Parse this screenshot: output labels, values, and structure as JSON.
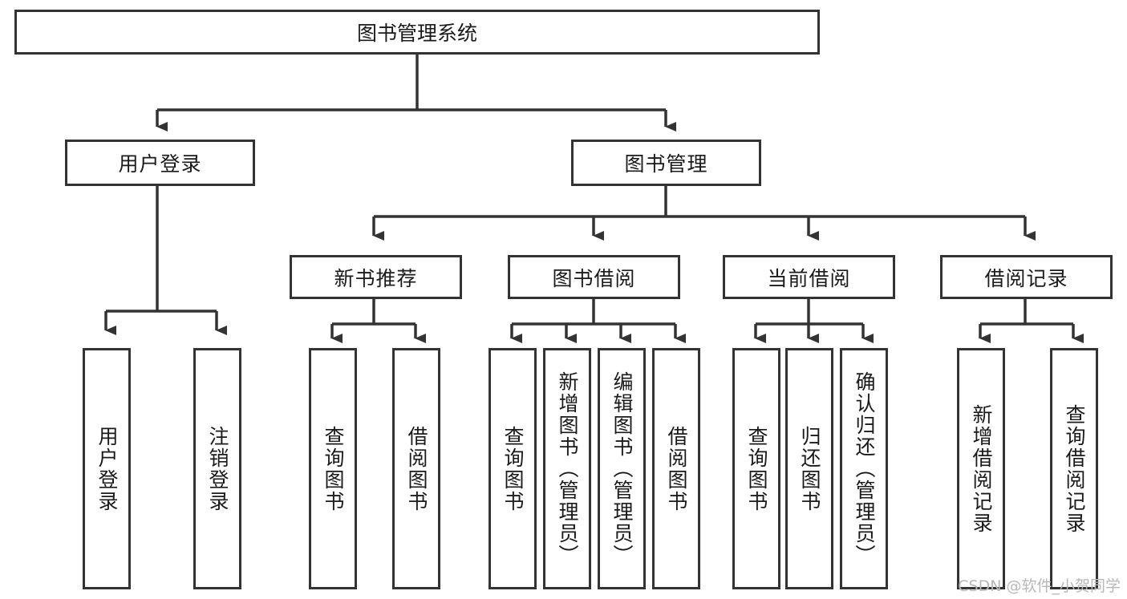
{
  "diagram": {
    "title": "图书管理系统",
    "type": "tree",
    "watermark": "CSDN @软件_小贺同学",
    "colors": {
      "border": "#333333",
      "fill": "#ffffff",
      "line": "#333333",
      "text": "#1a1a1a",
      "watermark": "#b8b8b8"
    },
    "nodes": {
      "root": {
        "label": "图书管理系统",
        "orientation": "horizontal"
      },
      "level1": [
        {
          "id": "user-login",
          "label": "用户登录",
          "orientation": "horizontal"
        },
        {
          "id": "book-management",
          "label": "图书管理",
          "orientation": "horizontal"
        }
      ],
      "level2": [
        {
          "id": "new-book-recommend",
          "label": "新书推荐",
          "orientation": "horizontal"
        },
        {
          "id": "book-borrow",
          "label": "图书借阅",
          "orientation": "horizontal"
        },
        {
          "id": "current-borrow",
          "label": "当前借阅",
          "orientation": "horizontal"
        },
        {
          "id": "borrow-record",
          "label": "借阅记录",
          "orientation": "horizontal"
        }
      ],
      "leaves": {
        "user-login": [
          {
            "id": "leaf-user-login",
            "label": "用户登录",
            "orientation": "vertical"
          },
          {
            "id": "leaf-logout",
            "label": "注销登录",
            "orientation": "vertical"
          }
        ],
        "new-book-recommend": [
          {
            "id": "leaf-query-book-1",
            "label": "查询图书",
            "orientation": "vertical"
          },
          {
            "id": "leaf-borrow-book-1",
            "label": "借阅图书",
            "orientation": "vertical"
          }
        ],
        "book-borrow": [
          {
            "id": "leaf-query-book-2",
            "label": "查询图书",
            "orientation": "vertical"
          },
          {
            "id": "leaf-add-book",
            "label": "新增图书（管理员）",
            "orientation": "vertical"
          },
          {
            "id": "leaf-edit-book",
            "label": "编辑图书（管理员）",
            "orientation": "vertical"
          },
          {
            "id": "leaf-borrow-book-2",
            "label": "借阅图书",
            "orientation": "vertical"
          }
        ],
        "current-borrow": [
          {
            "id": "leaf-query-book-3",
            "label": "查询图书",
            "orientation": "vertical"
          },
          {
            "id": "leaf-return-book",
            "label": "归还图书",
            "orientation": "vertical"
          },
          {
            "id": "leaf-confirm-return",
            "label": "确认归还（管理员）",
            "orientation": "vertical"
          }
        ],
        "borrow-record": [
          {
            "id": "leaf-add-record",
            "label": "新增借阅记录",
            "orientation": "vertical"
          },
          {
            "id": "leaf-query-record",
            "label": "查询借阅记录",
            "orientation": "vertical"
          }
        ]
      }
    }
  }
}
